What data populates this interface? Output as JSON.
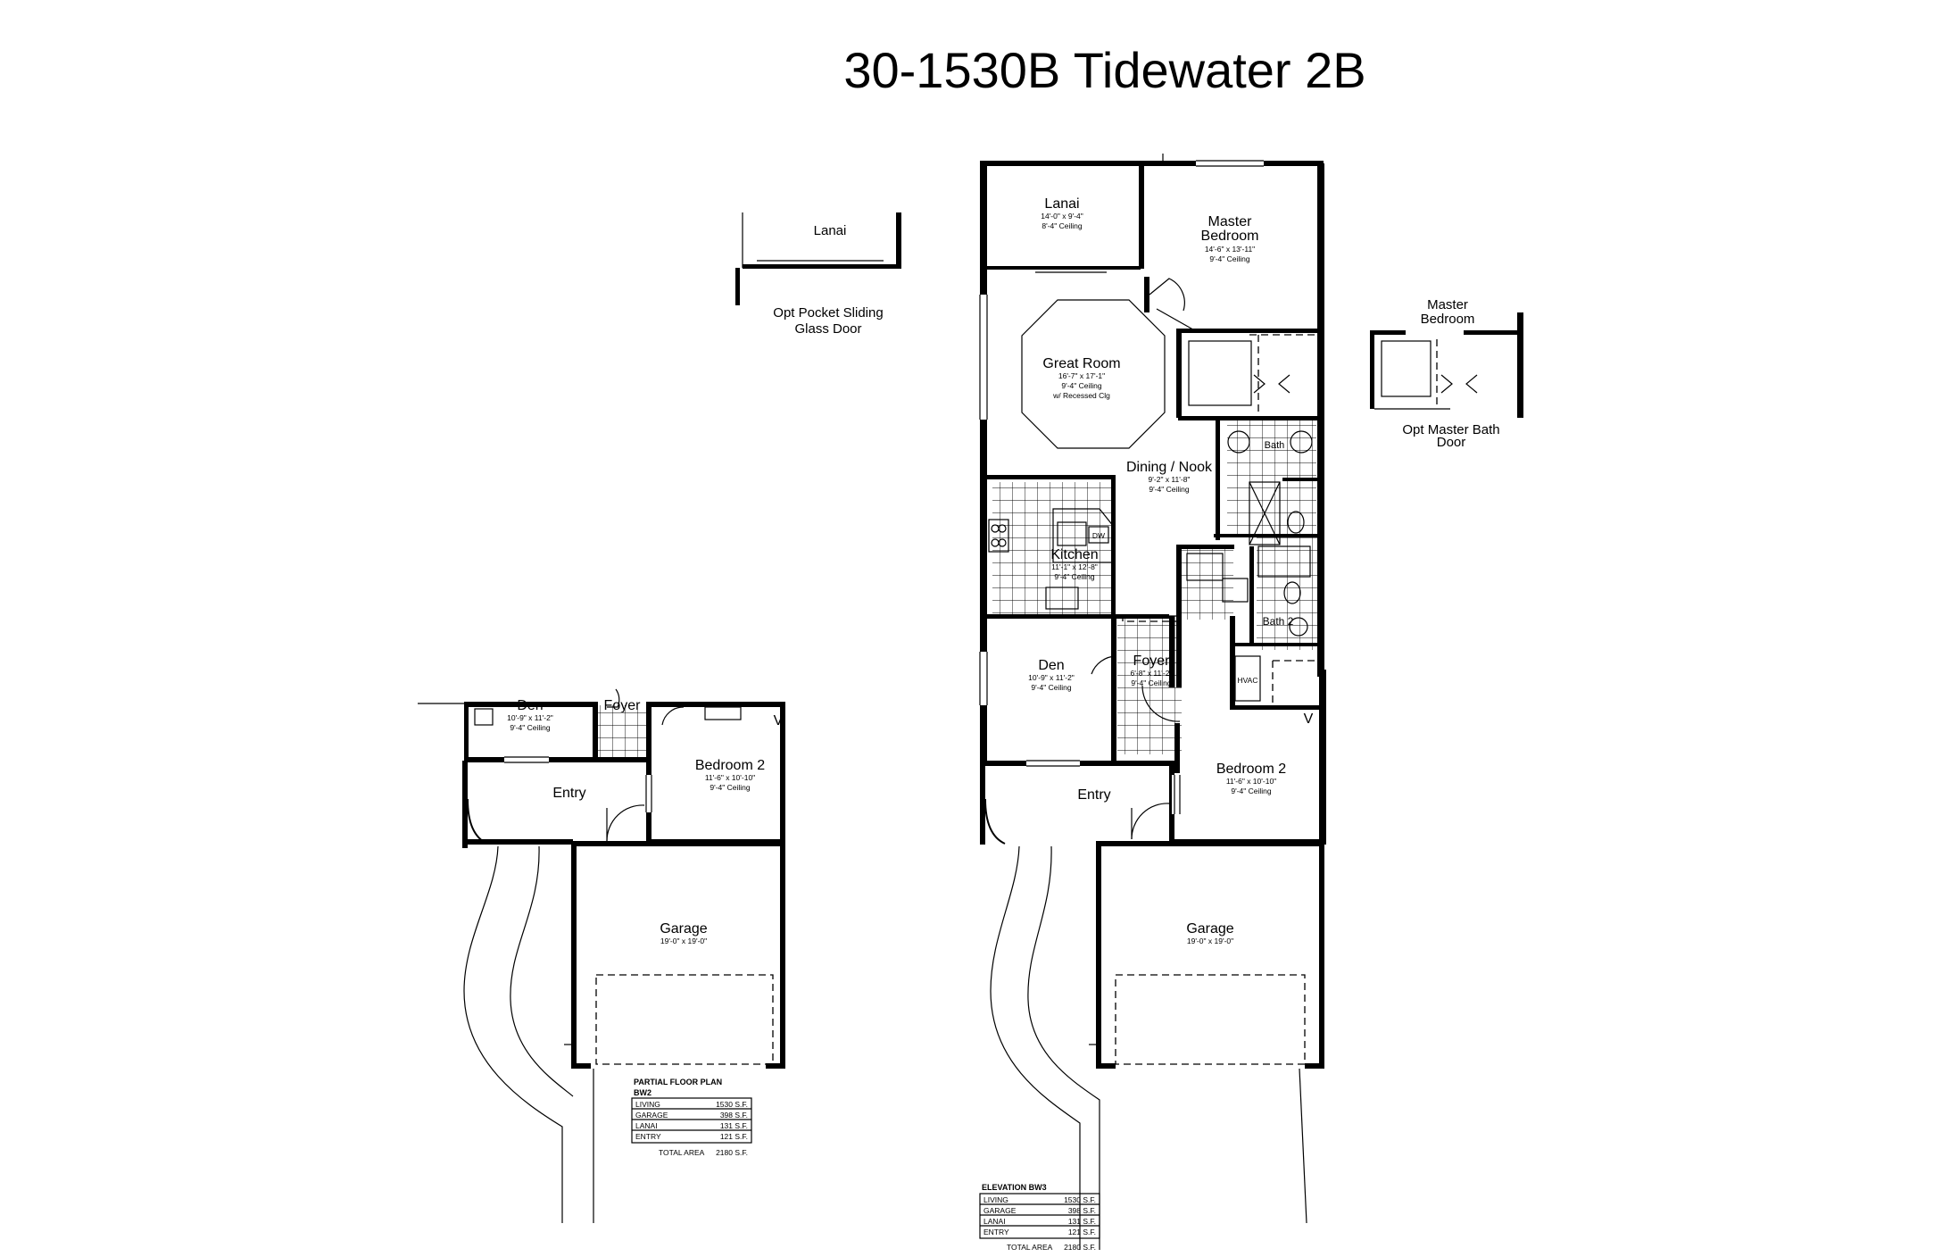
{
  "title": "30-1530B Tidewater 2B",
  "options": {
    "lanai_label": "Lanai",
    "pocket_door_line1": "Opt Pocket Sliding",
    "pocket_door_line2": "Glass Door",
    "master_line1": "Master",
    "master_line2": "Bedroom",
    "bath_door_line1": "Opt Master Bath",
    "bath_door_line2": "Door"
  },
  "main_plan": {
    "lanai": {
      "name": "Lanai",
      "size": "14'-0\" x 9'-4\"",
      "ceiling": "8'-4\" Ceiling"
    },
    "master": {
      "name1": "Master",
      "name2": "Bedroom",
      "size": "14'-6\" x 13'-11\"",
      "ceiling": "9'-4\" Ceiling"
    },
    "great_room": {
      "name": "Great Room",
      "size": "16'-7\" x 17'-1\"",
      "ceiling": "9'-4\" Ceiling",
      "note": "w/ Recessed Clg"
    },
    "dining": {
      "name": "Dining / Nook",
      "size": "9'-2\" x 11'-8\"",
      "ceiling": "9'-4\" Ceiling"
    },
    "kitchen": {
      "name": "Kitchen",
      "size": "11'-1\" x 12'-8\"",
      "ceiling": "9'-4\" Ceiling",
      "dw": "DW"
    },
    "bath": {
      "name": "Bath"
    },
    "bath2": {
      "name": "Bath 2"
    },
    "den": {
      "name": "Den",
      "size": "10'-9\" x 11'-2\"",
      "ceiling": "9'-4\" Ceiling"
    },
    "foyer": {
      "name": "Foyer",
      "size": "6'-8\" x 11'-2\"",
      "ceiling": "9'-4\" Ceiling"
    },
    "hvac": "HVAC",
    "bedroom2": {
      "name": "Bedroom 2",
      "size": "11'-6\" x 10'-10\"",
      "ceiling": "9'-4\" Ceiling"
    },
    "entry": {
      "name": "Entry"
    },
    "garage": {
      "name": "Garage",
      "size": "19'-0\" x 19'-0\""
    },
    "wh": "V"
  },
  "partial_plan": {
    "den": {
      "name": "Den",
      "size": "10'-9\" x 11'-2\"",
      "ceiling": "9'-4\" Ceiling"
    },
    "foyer": {
      "name": "Foyer"
    },
    "bedroom2": {
      "name": "Bedroom 2",
      "size": "11'-6\" x 10'-10\"",
      "ceiling": "9'-4\" Ceiling"
    },
    "entry": {
      "name": "Entry"
    },
    "garage": {
      "name": "Garage",
      "size": "19'-0\" x 19'-0\""
    },
    "wh": "V"
  },
  "area_tables": [
    {
      "title_line1": "PARTIAL FLOOR PLAN",
      "title_line2": "BW2",
      "rows": [
        {
          "label": "LIVING",
          "value": "1530 S.F."
        },
        {
          "label": "GARAGE",
          "value": "398 S.F."
        },
        {
          "label": "LANAI",
          "value": "131 S.F."
        },
        {
          "label": "ENTRY",
          "value": "121 S.F."
        }
      ],
      "total_label": "TOTAL AREA",
      "total_value": "2180 S.F."
    },
    {
      "title_line1": "ELEVATION BW3",
      "title_line2": "",
      "rows": [
        {
          "label": "LIVING",
          "value": "1530 S.F."
        },
        {
          "label": "GARAGE",
          "value": "398 S.F."
        },
        {
          "label": "LANAI",
          "value": "131 S.F."
        },
        {
          "label": "ENTRY",
          "value": "121 S.F."
        }
      ],
      "total_label": "TOTAL AREA",
      "total_value": "2180 S.F."
    }
  ]
}
